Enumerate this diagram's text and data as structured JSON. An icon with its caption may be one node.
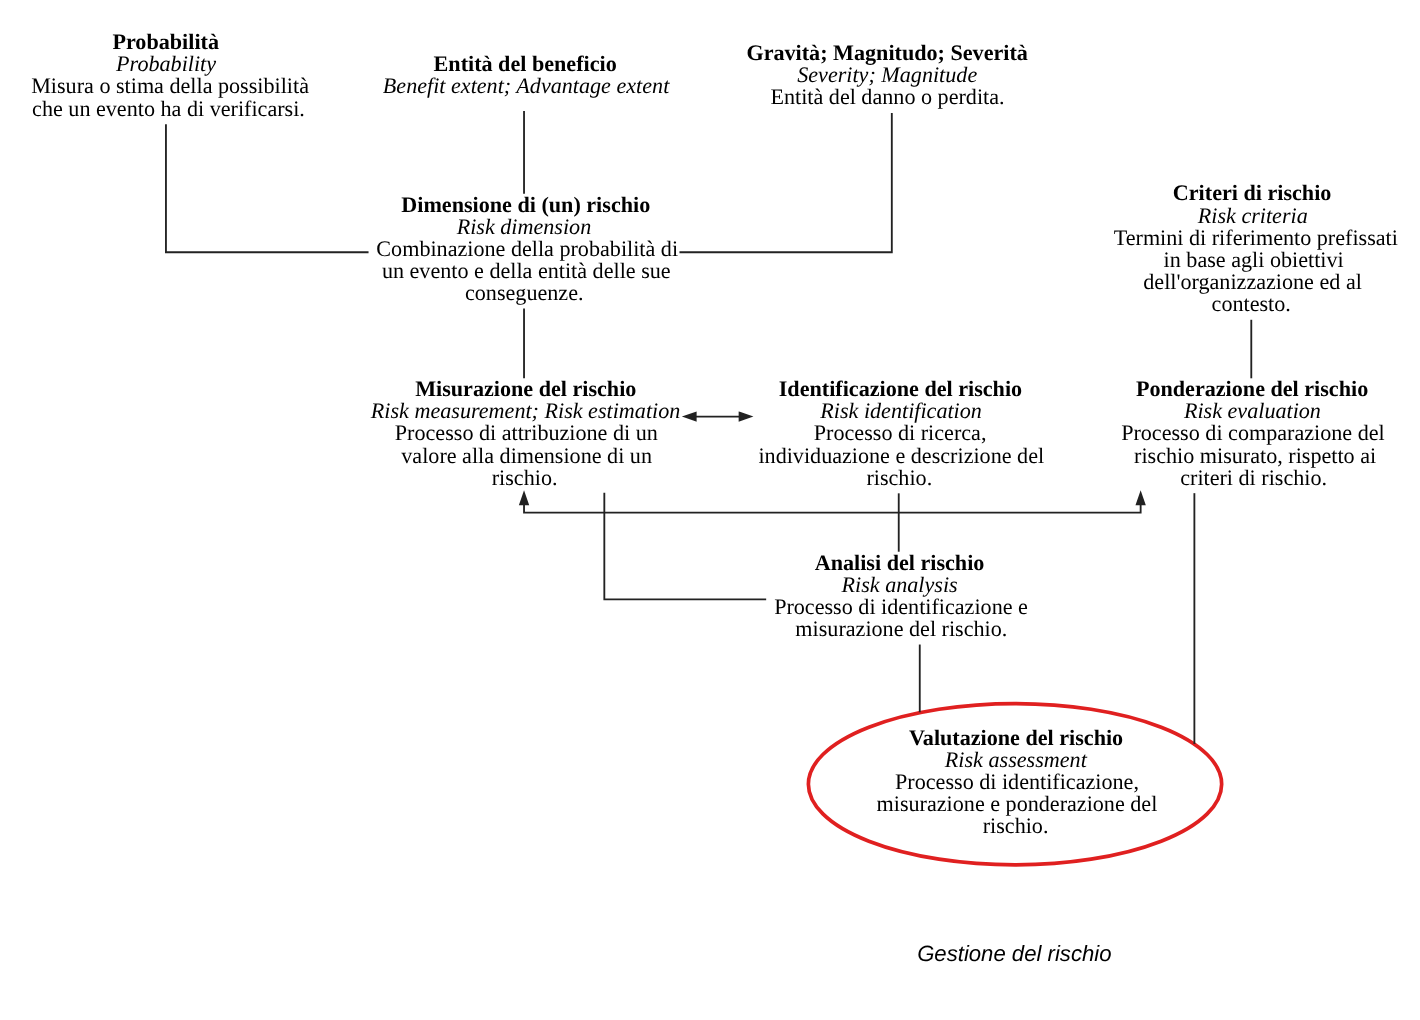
{
  "diagram": {
    "nodes": [
      {
        "text": [
          "Probabilità",
          "Probability",
          "Misura o stima della possibilità che un evento ha di verificarsi."
        ]
      },
      {
        "text": [
          "Entità del beneficio",
          "Benefit extent; Advantage extent"
        ]
      },
      {
        "text": [
          "Gravità; Magnitudo; Severità",
          "Severity; Magnitude",
          "Entità del danno o perdita."
        ]
      },
      {
        "text": [
          "Dimensione di (un) rischio",
          "Risk dimension",
          "Combinazione della probabilità di un evento e della entità delle sue conseguenze."
        ]
      },
      {
        "text": [
          "Criteri di rischio",
          "Risk criteria",
          "Termini di riferimento prefissati in base agli obiettivi dell'organizzazione ed al contesto."
        ]
      },
      {
        "text": [
          "Identificazione del rischio",
          "Risk identification",
          "Processo di ricerca, individuazione e descrizione del rischio."
        ]
      },
      {
        "text": [
          "Misurazione del rischio",
          "Risk measurement; Risk estimation",
          "Processo di attribuzione di un valore alla dimensione di un rischio."
        ]
      },
      {
        "text": [
          "Ponderazione del rischio",
          "Risk evaluation",
          "Processo di comparazione del rischio misurato, rispetto ai criteri di rischio."
        ]
      },
      {
        "text": [
          "Analisi del rischio",
          "Risk analysis",
          "Processo di identificazione e misurazione del rischio."
        ]
      },
      {
        "text": [
          "Valutazione del rischio",
          "Risk assessment",
          "Processo di identificazione, misurazione e ponderazione del rischio."
        ]
      }
    ],
    "edges": [
      {
        "from": 0,
        "to": 3,
        "arrow": "none"
      },
      {
        "from": 1,
        "to": 3,
        "arrow": "none"
      },
      {
        "from": 2,
        "to": 3,
        "arrow": "none"
      },
      {
        "from": 3,
        "to": 6,
        "arrow": "none"
      },
      {
        "from": 4,
        "to": 7,
        "arrow": "none"
      },
      {
        "from": 5,
        "to": 6,
        "arrow": "both"
      },
      {
        "from": 6,
        "to": 7,
        "arrow": "both"
      },
      {
        "from": 5,
        "to": 8,
        "arrow": "none"
      },
      {
        "from": 6,
        "to": 8,
        "arrow": "none"
      },
      {
        "from": 8,
        "to": 9,
        "arrow": "none"
      },
      {
        "from": 7,
        "to": 9,
        "arrow": "none"
      }
    ],
    "labels": [
      "Gestione del rischio"
    ]
  }
}
